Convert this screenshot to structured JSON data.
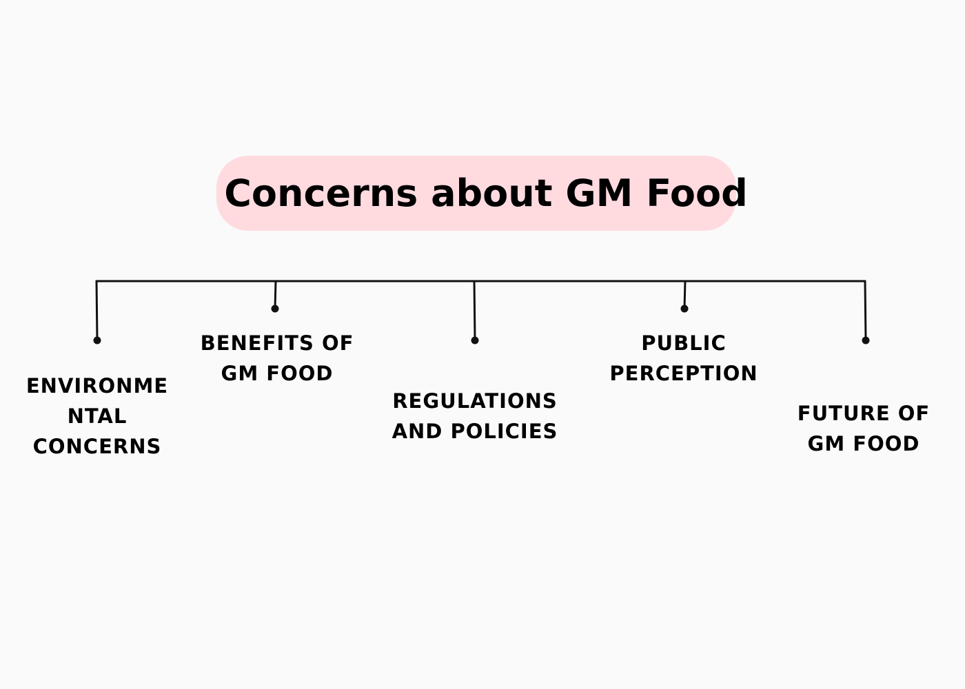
{
  "diagram": {
    "title": "Concerns about GM Food",
    "background_color": "#fafafa",
    "title_fill_color": "#ffdbe0",
    "line_color": "#111111",
    "branches": [
      {
        "lines": [
          "ENVIRONME",
          "NTAL",
          "CONCERNS"
        ]
      },
      {
        "lines": [
          "BENEFITS OF",
          "GM FOOD"
        ]
      },
      {
        "lines": [
          "REGULATIONS",
          "AND POLICIES"
        ]
      },
      {
        "lines": [
          "PUBLIC",
          "PERCEPTION"
        ]
      },
      {
        "lines": [
          "FUTURE OF",
          "GM FOOD"
        ]
      }
    ]
  }
}
